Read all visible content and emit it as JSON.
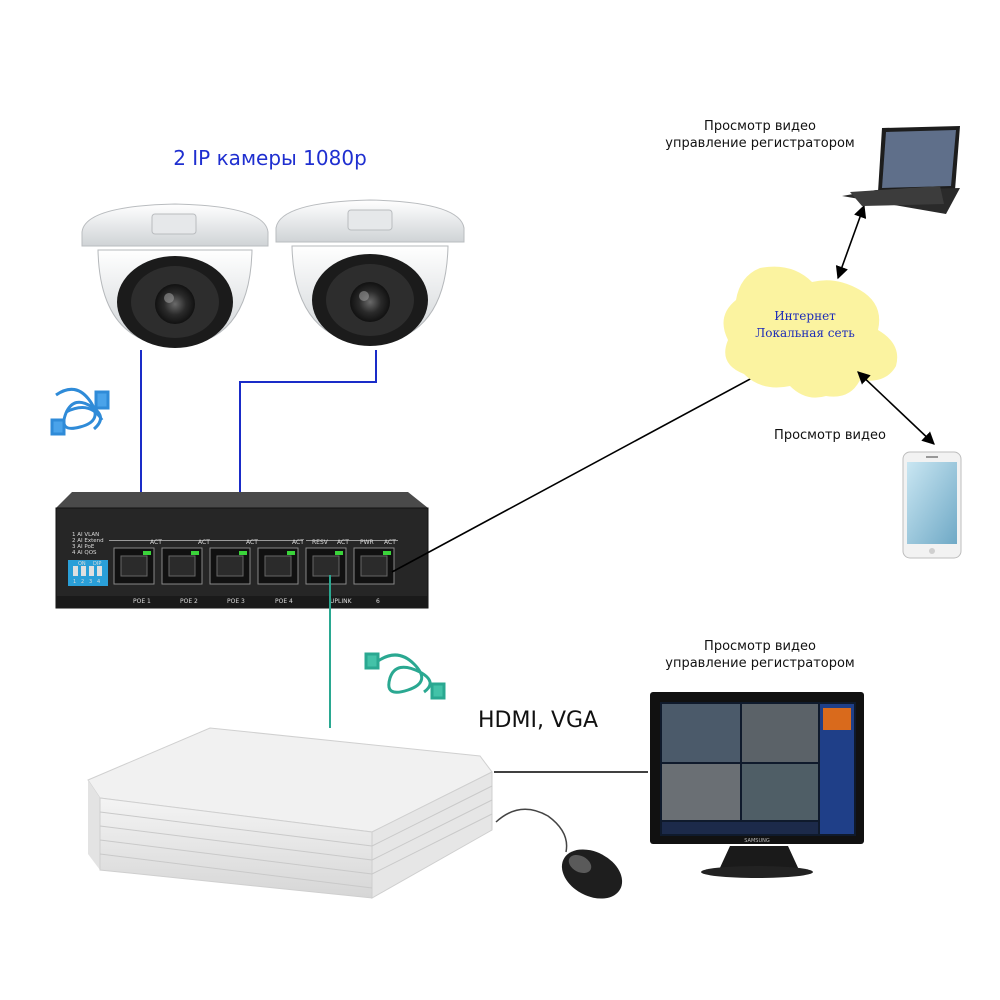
{
  "title": "2 IP камеры 1080p",
  "laptop_label": [
    "Просмотр видео",
    "управление регистратором"
  ],
  "monitor_label": [
    "Просмотр видео",
    "управление регистратором"
  ],
  "phone_label": "Просмотр видео",
  "cloud_label": [
    "Интернет",
    "Локальная сеть"
  ],
  "hdmi_label": "HDMI, VGA",
  "switch": {
    "dip_legend": [
      "1 AI VLAN",
      "2 AI Extend",
      "3 AI PoE",
      "4 AI QOS"
    ],
    "dip_on": "ON",
    "dip_label": "DIP",
    "dip_numbers": [
      "1",
      "2",
      "3",
      "4"
    ],
    "port_top": [
      "ACT",
      "ACT",
      "ACT",
      "ACT",
      "RESV",
      "ACT",
      "PWR",
      "ACT"
    ],
    "port_bottom": [
      "POE 1",
      "POE 2",
      "POE 3",
      "POE 4",
      "UPLINK",
      "6"
    ]
  },
  "monitor_brand": "SAMSUNG",
  "colors": {
    "camera_cable": "#1a2cc8",
    "nvr_cable": "#2aa891",
    "cloud": "#fbf3a0",
    "arrow": "#000000"
  }
}
